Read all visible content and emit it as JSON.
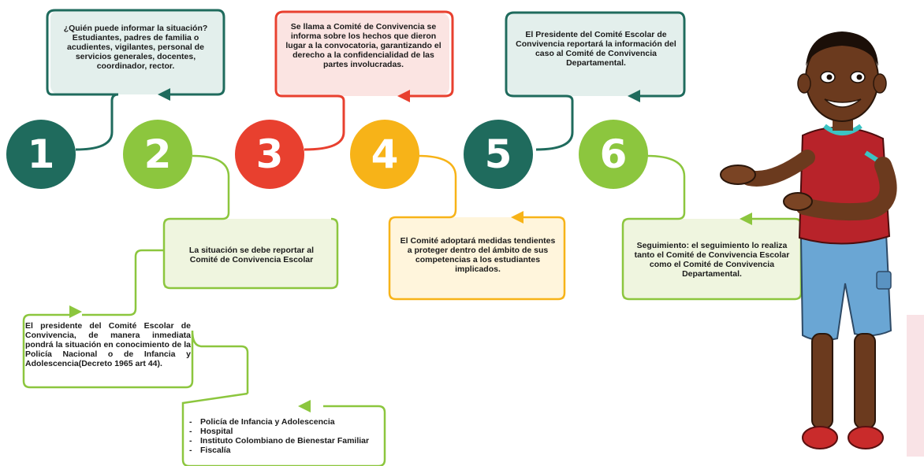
{
  "colors": {
    "teal": "#1f6b5d",
    "green": "#8cc63e",
    "red": "#e8402f",
    "yellow": "#f7b318",
    "teal_box_fill": "#e3efec",
    "red_box_fill": "#fbe4e2",
    "green_box_fill": "#eff5df",
    "yellow_box_fill": "#fff5dc"
  },
  "steps": [
    {
      "number": "1",
      "color": "teal"
    },
    {
      "number": "2",
      "color": "green"
    },
    {
      "number": "3",
      "color": "red"
    },
    {
      "number": "4",
      "color": "yellow"
    },
    {
      "number": "5",
      "color": "teal"
    },
    {
      "number": "6",
      "color": "green"
    }
  ],
  "boxes": {
    "step1": {
      "question": "¿Quién puede informar la situación?",
      "text": "Estudiantes, padres de familia o acudientes, vigilantes, personal de servicios generales, docentes, coordinador, rector."
    },
    "step2": {
      "text": "La situación se debe reportar al Comité de Convivencia Escolar"
    },
    "step2_sub": {
      "text": "El presidente del Comité Escolar de Convivencia, de manera inmediata pondrá la situación en conocimiento de la Policía Nacional o de Infancia y Adolescencia(Decreto 1965 art 44)."
    },
    "institutions": {
      "items": [
        "Policía de Infancia y Adolescencia",
        "Hospital",
        "Instituto Colombiano de Bienestar Familiar",
        "Fiscalía"
      ]
    },
    "step3": {
      "text": "Se llama a Comité de Convivencia se informa sobre los hechos que dieron lugar a la convocatoria, garantizando el derecho a la confidencialidad de las partes involucradas."
    },
    "step4": {
      "text": "El Comité adoptará medidas tendientes a proteger dentro del ámbito de sus competencias a los estudiantes implicados."
    },
    "step5": {
      "text": "El Presidente del Comité Escolar de Convivencia reportará la información del caso al Comité de Convivencia Departamental."
    },
    "step6": {
      "text": "Seguimiento: el seguimiento lo realiza tanto el Comité de Convivencia Escolar como el Comité de Convivencia Departamental."
    }
  },
  "illustration": {
    "subject": "cartoon-student-presenting"
  }
}
